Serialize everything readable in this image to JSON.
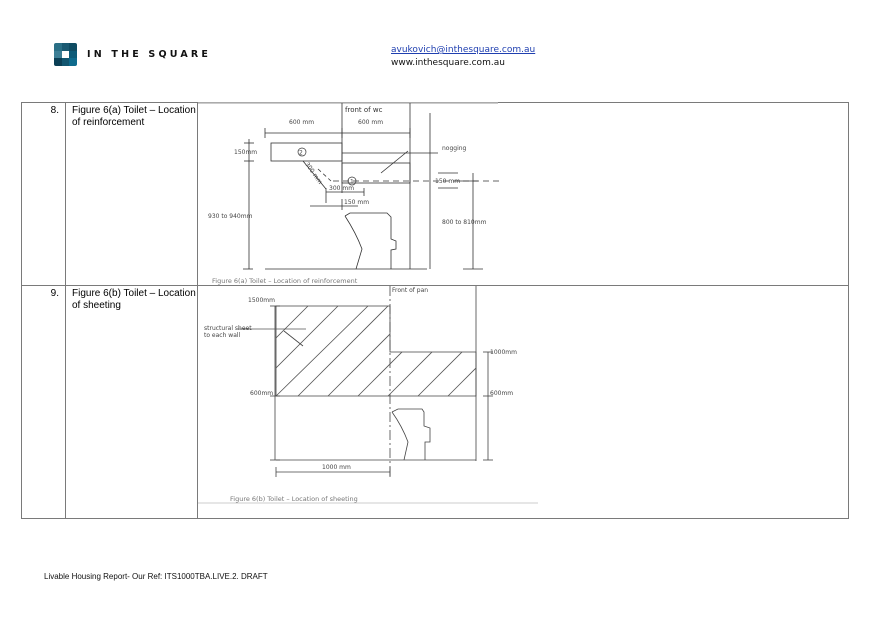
{
  "header": {
    "logo_text": "IN THE SQUARE",
    "logo_colors": [
      "#2a6f86",
      "#1a5a72",
      "#0f4c63",
      "#3d7f96",
      "#ffffff",
      "#0d5b78",
      "#0b3f55",
      "#125670",
      "#0e6a8c"
    ],
    "email": "avukovich@inthesquare.com.au",
    "website": "www.inthesquare.com.au"
  },
  "table": {
    "rows": [
      {
        "number": "8.",
        "description": "Figure 6(a) Toilet – Location of reinforcement",
        "figure": {
          "caption": "Figure 6(a) Toilet – Location of reinforcement",
          "labels": {
            "front": "front of wc",
            "dim_left": "600 mm",
            "dim_right": "600 mm",
            "height_150": "150mm",
            "nogging": "nogging",
            "diag_300": "300 mm",
            "horiz_300": "300 mm",
            "horiz_150": "150 mm",
            "right_150": "150 mm",
            "range_left": "930 to 940mm",
            "range_right": "800 to 810mm",
            "marker_1": "1",
            "marker_2": "2"
          }
        }
      },
      {
        "number": "9.",
        "description": "Figure 6(b) Toilet – Location of sheeting",
        "figure": {
          "caption": "Figure 6(b) Toilet – Location of sheeting",
          "labels": {
            "front": "Front of pan",
            "h1500": "1500mm",
            "h600_left": "600mm",
            "h1000": "1000mm",
            "h600_right": "600mm",
            "sheet_line1": "structural sheet",
            "sheet_line2": "to each wall",
            "width_1000": "1000 mm"
          }
        }
      }
    ]
  },
  "footer": {
    "text": "Livable Housing Report- Our Ref: ITS1000TBA.LIVE.2. DRAFT"
  }
}
